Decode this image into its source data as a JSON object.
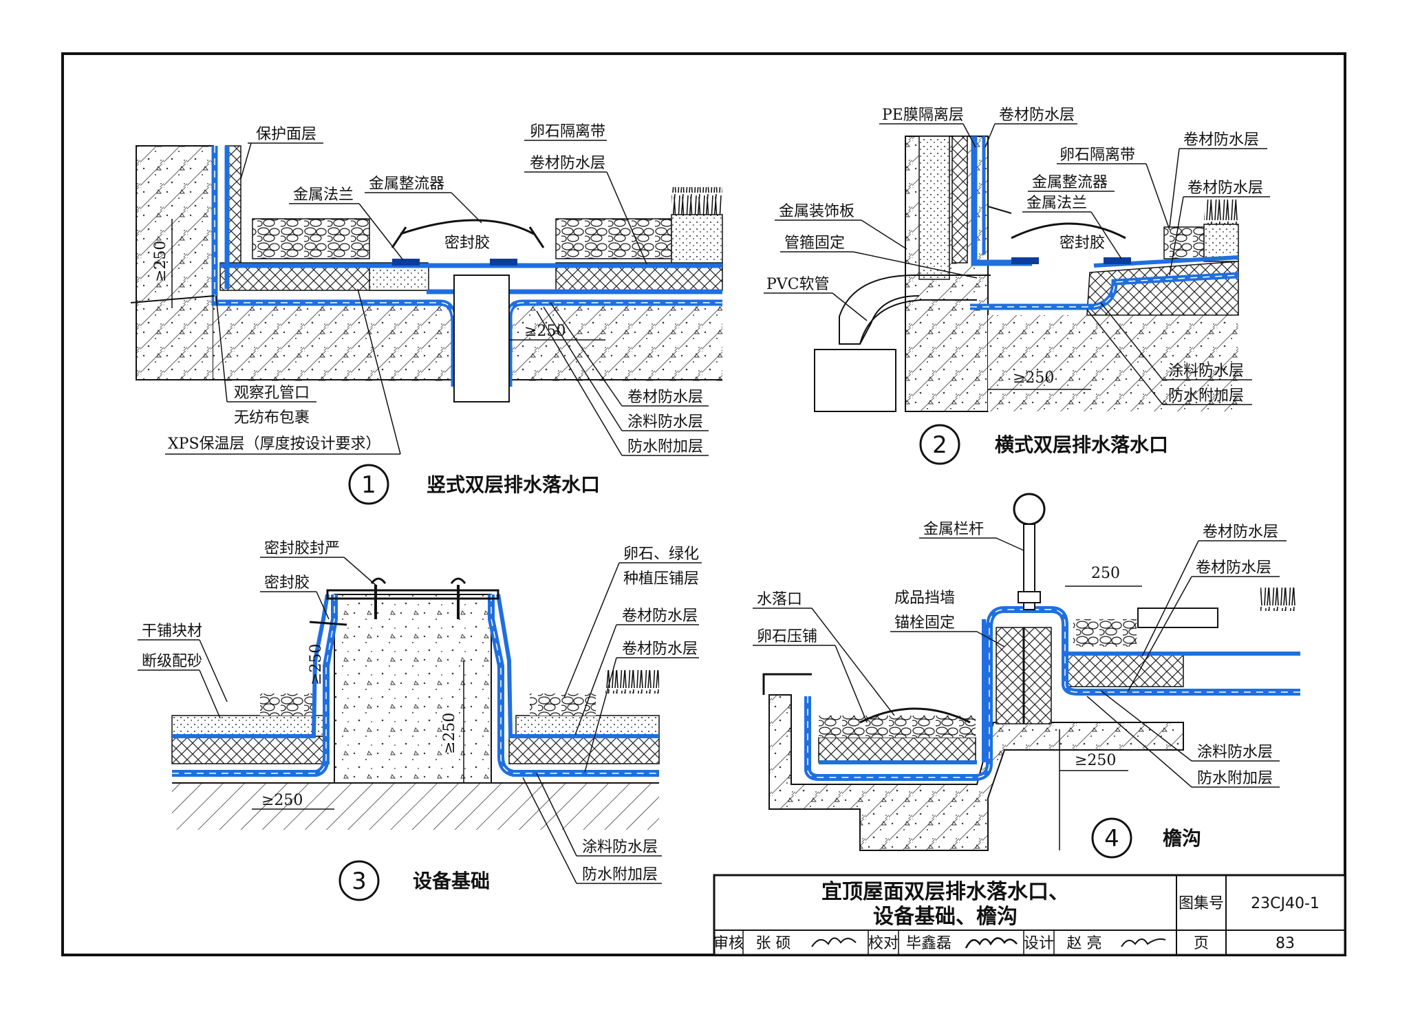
{
  "details": [
    {
      "number": "1",
      "title": "竖式双层排水落水口",
      "labels": [
        "保护面层",
        "卵石隔离带",
        "卷材防水层",
        "金属法兰",
        "金属整流器",
        "密封胶",
        "≥250",
        "≥250",
        "观察孔管口",
        "无纺布包裹",
        "XPS保温层（厚度按设计要求）",
        "卷材防水层",
        "涂料防水层",
        "防水附加层"
      ]
    },
    {
      "number": "2",
      "title": "横式双层排水落水口",
      "labels": [
        "PE膜隔离层",
        "卷材防水层",
        "卵石隔离带",
        "卷材防水层",
        "金属整流器",
        "金属法兰",
        "卷材防水层",
        "金属装饰板",
        "管箍固定",
        "密封胶",
        "PVC软管",
        "≥250",
        "涂料防水层",
        "防水附加层"
      ]
    },
    {
      "number": "3",
      "title": "设备基础",
      "labels": [
        "密封胶封严",
        "密封胶",
        "卵石、绿化",
        "种植压铺层",
        "干铺块材",
        "卷材防水层",
        "断级配砂",
        "卷材防水层",
        "≥250",
        "≥250",
        "≥250",
        "涂料防水层",
        "防水附加层"
      ]
    },
    {
      "number": "4",
      "title": "檐沟",
      "labels": [
        "金属栏杆",
        "卷材防水层",
        "卷材防水层",
        "250",
        "水落口",
        "成品挡墙",
        "锚栓固定",
        "卵石压铺",
        "涂料防水层",
        "≥250",
        "防水附加层"
      ]
    }
  ],
  "title_block": {
    "title_line1": "宜顶屋面双层排水落水口、",
    "title_line2": "设备基础、檐沟",
    "atlas_label": "图集号",
    "atlas_no": "23CJ40-1",
    "page_label": "页",
    "page_no": "83",
    "review_label": "审核",
    "reviewer": "张 硕",
    "check_label": "校对",
    "checker": "毕鑫磊",
    "design_label": "设计",
    "designer": "赵 亮"
  },
  "colors": {
    "membrane": "#1f6fe0",
    "membrane_dark": "#0b3d9c",
    "line": "#111111"
  }
}
